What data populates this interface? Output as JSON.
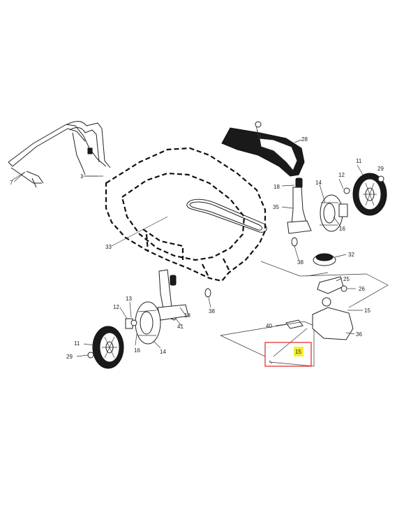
{
  "colors": {
    "line": "#222222",
    "highlight_box": "#e8302f",
    "highlight_label": "#f5ee30",
    "background": "#ffffff"
  },
  "callouts": {
    "c1": "1",
    "c7": "7",
    "c11_right": "11",
    "c11_left": "11",
    "c12_right": "12",
    "c12_left": "12",
    "c13": "13",
    "c14_right": "14",
    "c14_left": "14",
    "c15_highlight": "15",
    "c15": "15",
    "c16_right": "16",
    "c16_left": "16",
    "c18_top": "18",
    "c18_bottom": "18",
    "c25": "25",
    "c26": "26",
    "c28": "28",
    "c29_right": "29",
    "c29_left": "29",
    "c32": "32",
    "c33": "33",
    "c35": "35",
    "c36": "36",
    "c38_right": "38",
    "c38_left": "38",
    "c40": "40",
    "c41": "41"
  }
}
